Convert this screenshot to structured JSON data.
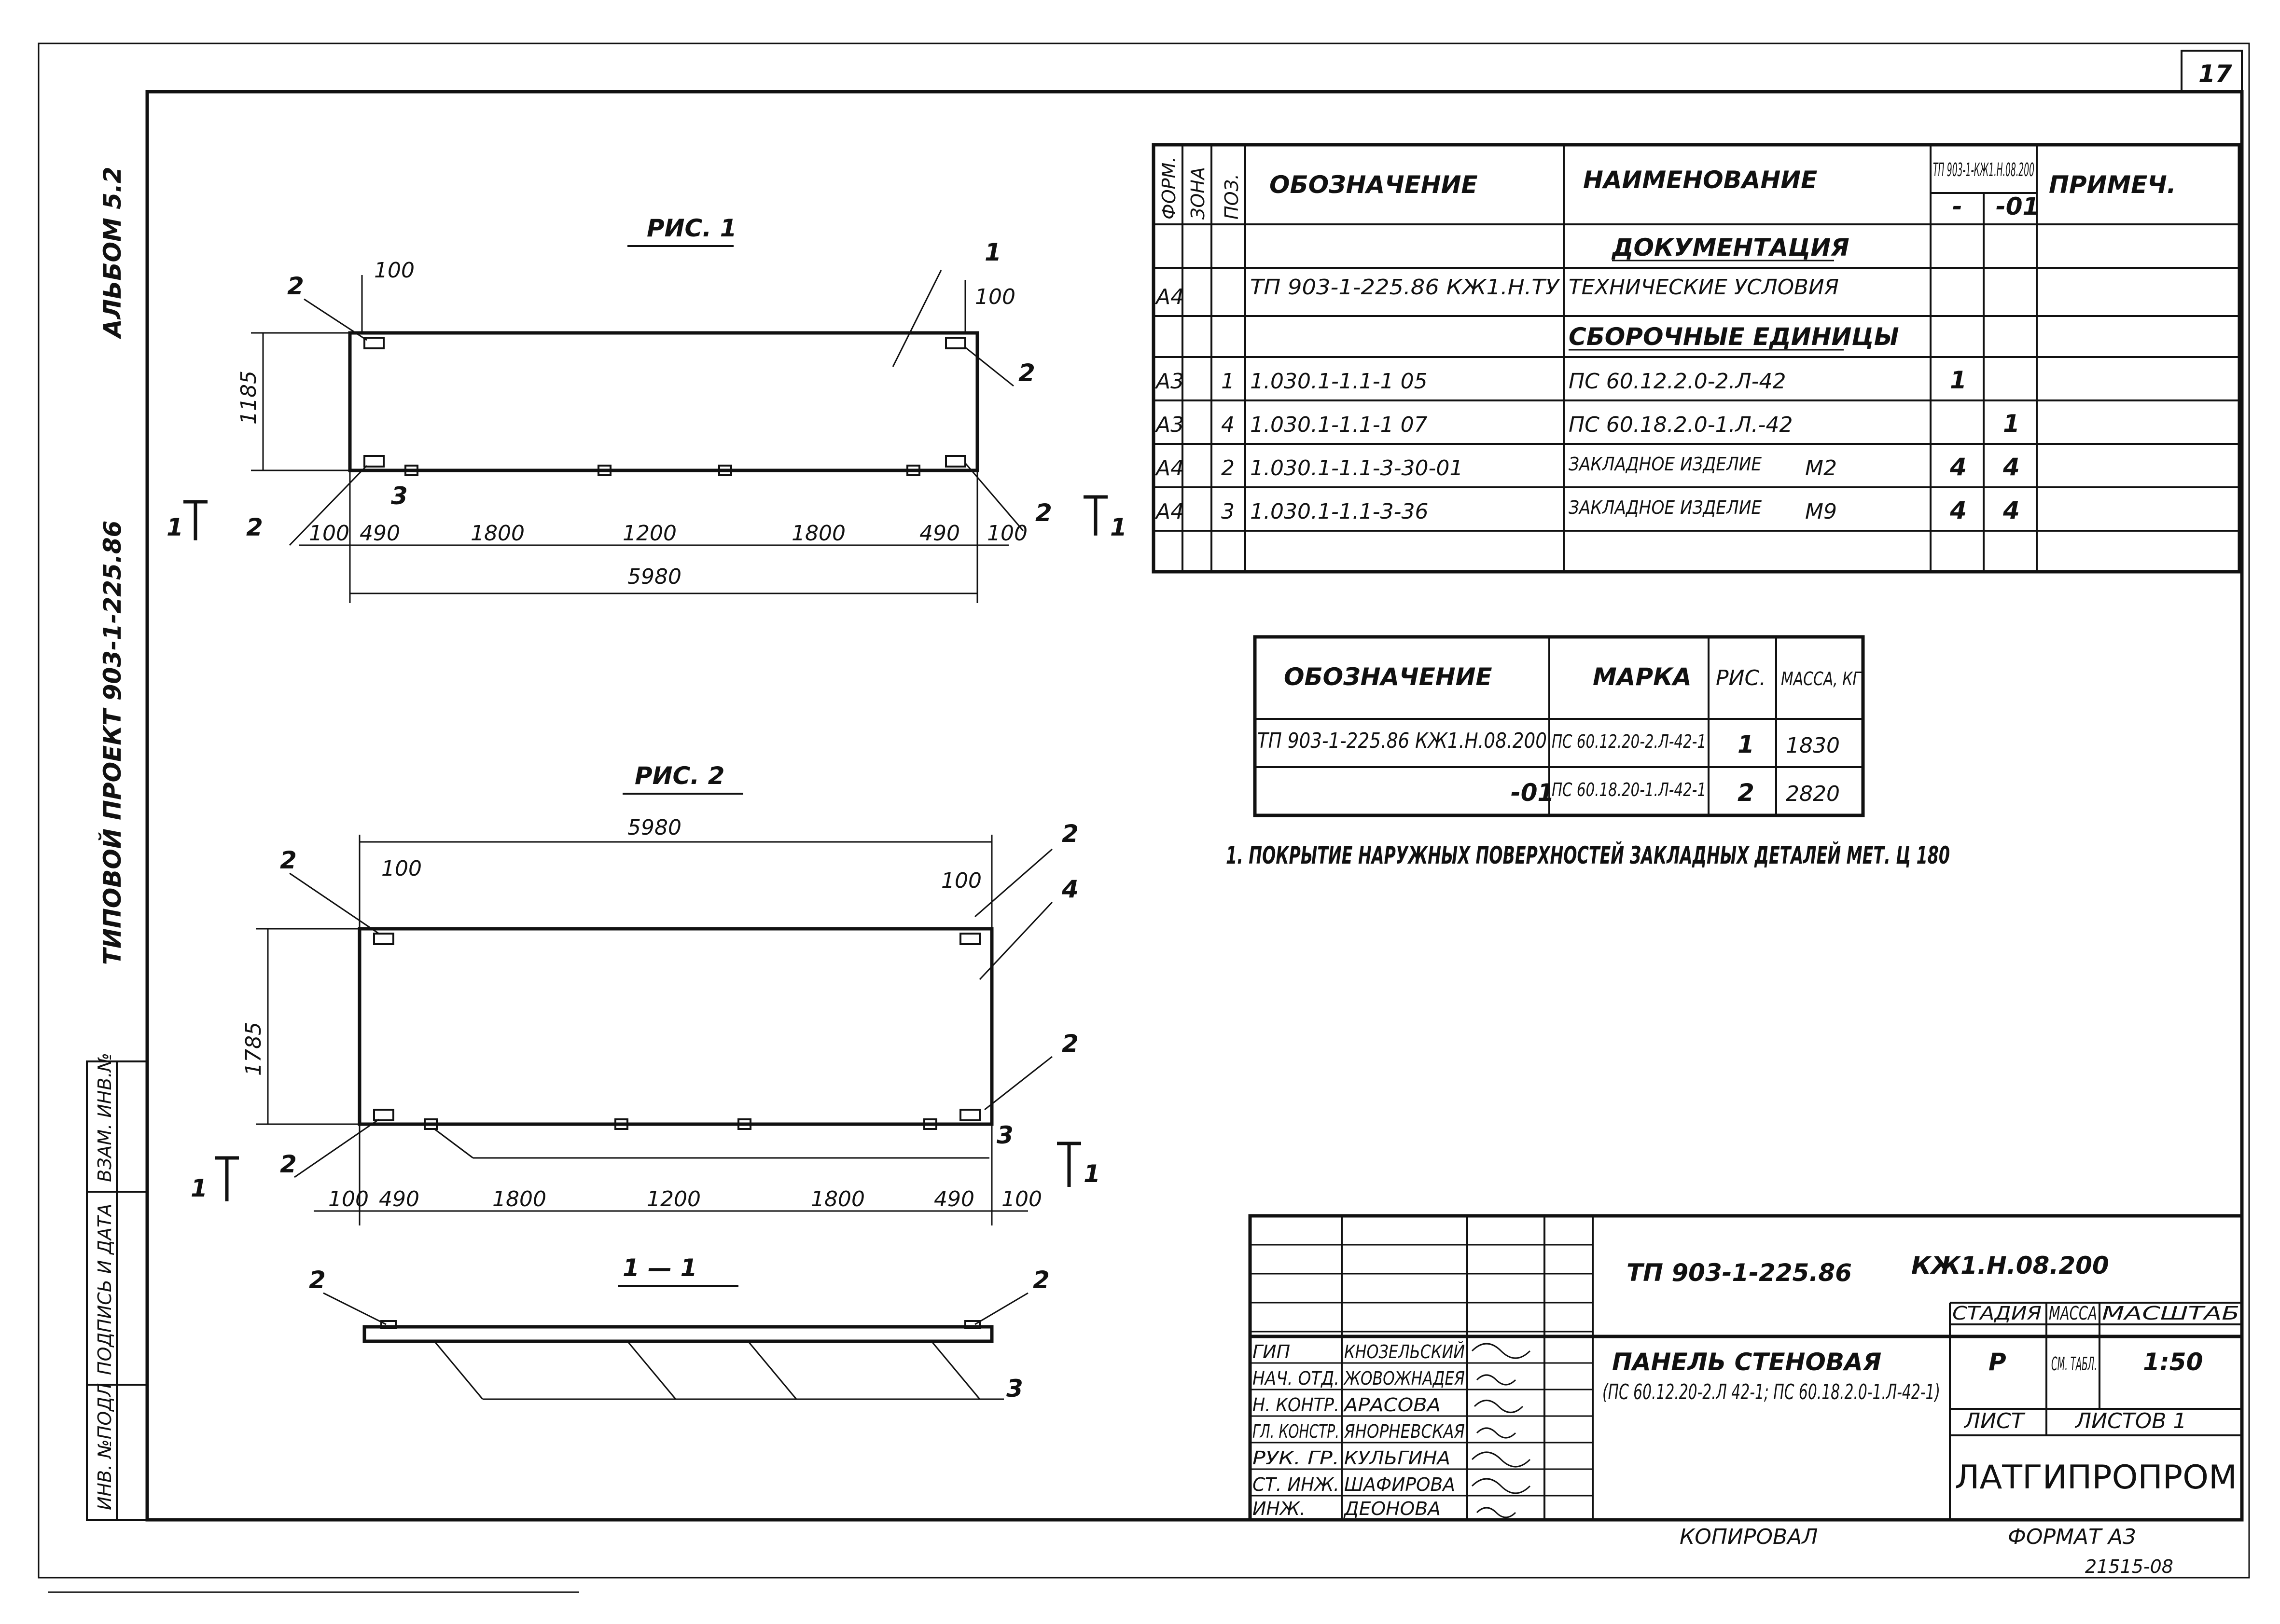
{
  "sheet_number": "17",
  "side_labels": {
    "album": "АЛЬБОМ 5.2",
    "project": "ТИПОВОЙ ПРОЕКТ 903-1-225.86",
    "stamp_cols": [
      "ИНВ. №ПОДЛ",
      "ПОДПИСЬ И ДАТА",
      "ВЗАМ. ИНВ.№"
    ]
  },
  "fig1": {
    "title": "РИС. 1",
    "height_dim": "1185",
    "top_dims": [
      "100",
      "100"
    ],
    "bottom_dims": [
      "100",
      "490",
      "1800",
      "1200",
      "1800",
      "490",
      "100"
    ],
    "total": "5980",
    "callouts": [
      "1",
      "2",
      "2",
      "2",
      "2",
      "3"
    ],
    "section_marks": [
      "1",
      "1"
    ]
  },
  "fig2": {
    "title": "РИС. 2",
    "total_top": "5980",
    "height_dim": "1785",
    "top_dims": [
      "100",
      "100"
    ],
    "bottom_dims": [
      "100",
      "490",
      "1800",
      "1200",
      "1800",
      "490",
      "100"
    ],
    "callouts": [
      "2",
      "2",
      "4",
      "2",
      "2",
      "3"
    ],
    "section_marks": [
      "1",
      "1"
    ]
  },
  "section": {
    "title": "1 — 1",
    "callouts": [
      "2",
      "2",
      "3"
    ]
  },
  "spec_table": {
    "headers": {
      "format": "ФОРМ.",
      "zone": "ЗОНА",
      "pos": "ПОЗ.",
      "designation": "ОБОЗНАЧЕНИЕ",
      "name": "НАИМЕНОВАНИЕ",
      "variant_group": "ТП 903-1-КЖ1.Н.08.200",
      "variant_1": "-",
      "variant_2": "-01",
      "note": "ПРИМЕЧ."
    },
    "section_docs": "ДОКУМЕНТАЦИЯ",
    "section_units": "СБОРОЧНЫЕ ЕДИНИЦЫ",
    "rows": [
      {
        "format": "А4",
        "pos": "",
        "designation": "ТП 903-1-225.86 КЖ1.Н.ТУ",
        "name": "ТЕХНИЧЕСКИЕ УСЛОВИЯ",
        "mark": "",
        "q1": "",
        "q2": ""
      },
      {
        "format": "А3",
        "pos": "1",
        "designation": "1.030.1-1.1-1 05",
        "name": "ПС 60.12.2.0-2.Л-42",
        "mark": "",
        "q1": "1",
        "q2": ""
      },
      {
        "format": "А3",
        "pos": "4",
        "designation": "1.030.1-1.1-1 07",
        "name": "ПС 60.18.2.0-1.Л.-42",
        "mark": "",
        "q1": "",
        "q2": "1"
      },
      {
        "format": "А4",
        "pos": "2",
        "designation": "1.030.1-1.1-3-30-01",
        "name": "ЗАКЛАДНОЕ ИЗДЕЛИЕ",
        "mark": "М2",
        "q1": "4",
        "q2": "4"
      },
      {
        "format": "А4",
        "pos": "3",
        "designation": "1.030.1-1.1-3-36",
        "name": "ЗАКЛАДНОЕ ИЗДЕЛИЕ",
        "mark": "М9",
        "q1": "4",
        "q2": "4"
      }
    ]
  },
  "mass_table": {
    "headers": [
      "ОБОЗНАЧЕНИЕ",
      "МАРКА",
      "РИС.",
      "МАССА, КГ"
    ],
    "rows": [
      {
        "designation": "ТП 903-1-225.86 КЖ1.Н.08.200",
        "mark": "ПС 60.12.20-2.Л-42-1",
        "fig": "1",
        "mass": "1830"
      },
      {
        "designation": "-01",
        "mark": "ПС 60.18.20-1.Л-42-1",
        "fig": "2",
        "mass": "2820"
      }
    ]
  },
  "note": "1. ПОКРЫТИЕ НАРУЖНЫХ ПОВЕРХНОСТЕЙ ЗАКЛАДНЫХ ДЕТАЛЕЙ МЕТ. Ц 180",
  "title_block": {
    "code": "ТП 903-1-225.86",
    "sheet_code": "КЖ1.Н.08.200",
    "title": "ПАНЕЛЬ СТЕНОВАЯ",
    "subtitle": "(ПС 60.12.20-2.Л 42-1; ПС 60.18.2.0-1.Л-42-1)",
    "stage_label": "СТАДИЯ",
    "mass_label": "МАССА",
    "scale_label": "МАСШТАБ",
    "stage": "Р",
    "mass": "СМ. ТАБЛ.",
    "scale": "1:50",
    "sheet_label": "ЛИСТ",
    "sheets_label": "ЛИСТОВ 1",
    "company": "ЛАТГИПРОПРОМ",
    "people": [
      {
        "role": "ГИП",
        "name": "КНОЗЕЛЬСКИЙ"
      },
      {
        "role": "НАЧ. ОТД.",
        "name": "ЖОВОЖНАДЕЯ"
      },
      {
        "role": "Н. КОНТР.",
        "name": "АРАСОВА"
      },
      {
        "role": "ГЛ. КОНСТР.",
        "name": "ЯНОРНЕВСКАЯ"
      },
      {
        "role": "РУК. ГР.",
        "name": "КУЛЬГИНА"
      },
      {
        "role": "СТ. ИНЖ.",
        "name": "ШАФИРОВА"
      },
      {
        "role": "ИНЖ.",
        "name": "ДЕОНОВА"
      }
    ]
  },
  "footer": {
    "copied": "КОПИРОВАЛ",
    "format": "ФОРМАТ А3",
    "inv": "21515-08"
  }
}
